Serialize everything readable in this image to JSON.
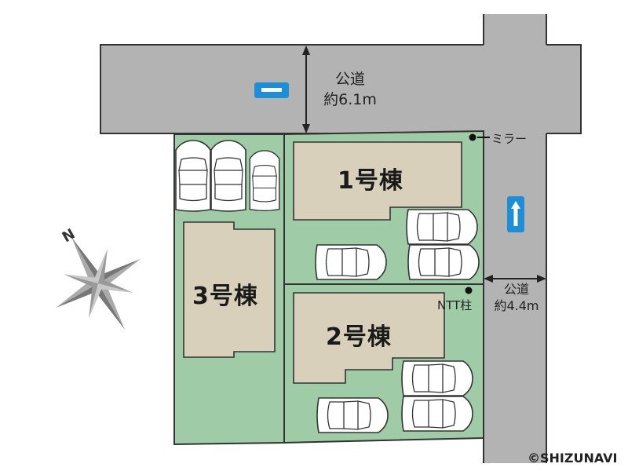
{
  "roads": {
    "north": {
      "label": "公道",
      "width_label": "約6.1m",
      "direction": "one-way-left"
    },
    "east": {
      "label": "公道",
      "width_label": "約4.4m",
      "direction": "one-way-up"
    }
  },
  "lots": [
    {
      "id": "lot-1",
      "building_label": "1号棟",
      "parking_spaces": 3
    },
    {
      "id": "lot-2",
      "building_label": "2号棟",
      "parking_spaces": 3
    },
    {
      "id": "lot-3",
      "building_label": "3号棟",
      "parking_spaces": 3
    }
  ],
  "markers": {
    "mirror": "ミラー",
    "ntt_pole": "NTT柱"
  },
  "compass": {
    "north_label": "N"
  },
  "copyright": "©SHIZUNAVI",
  "colors": {
    "road": "#b3b3b3",
    "lot": "#9fcca6",
    "building": "#d9d0bc",
    "arrow_sign": "#1e8fd6"
  }
}
